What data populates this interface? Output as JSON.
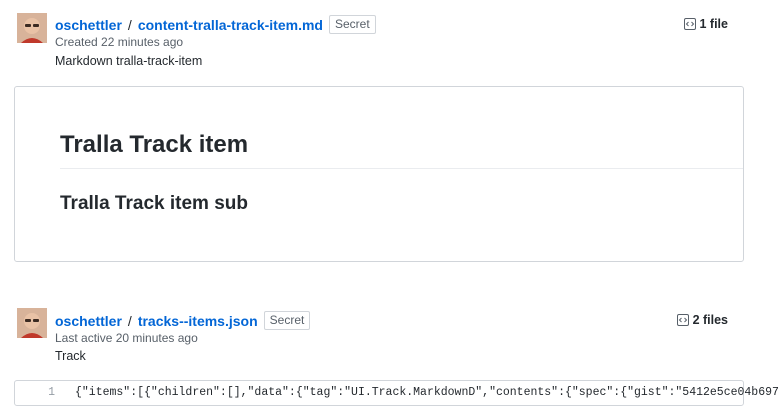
{
  "gists": [
    {
      "owner": "oschettler",
      "separator": "/",
      "filename": "content-tralla-track-item.md",
      "badge": "Secret",
      "meta": "Created 22 minutes ago",
      "description": "Markdown tralla-track-item",
      "file_count": "1 file",
      "preview": {
        "heading1": "Tralla Track item",
        "heading2": "Tralla Track item sub"
      }
    },
    {
      "owner": "oschettler",
      "separator": "/",
      "filename": "tracks--items.json",
      "badge": "Secret",
      "meta": "Last active 20 minutes ago",
      "description": "Track",
      "file_count": "2 files",
      "code": {
        "line_number": "1",
        "line_text": "{\"items\":[{\"children\":[],\"data\":{\"tag\":\"UI.Track.MarkdownD\",\"contents\":{\"spec\":{\"gist\":\"5412e5ce04b697"
      }
    }
  ],
  "icons": {
    "avatar": "avatar-icon",
    "files": "code-file-icon"
  }
}
